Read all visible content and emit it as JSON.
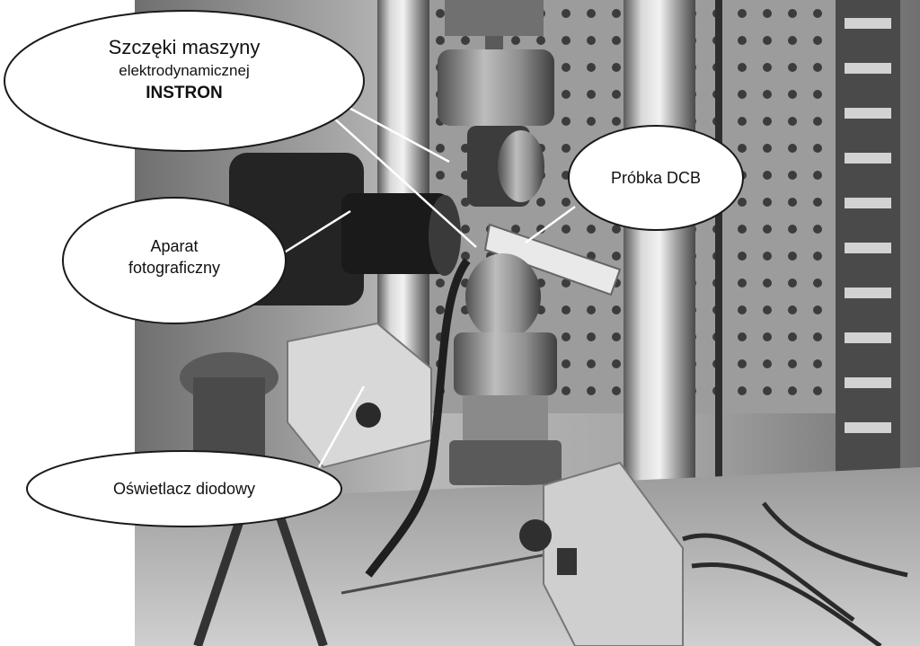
{
  "figure": {
    "description_free": true,
    "callouts": {
      "jaws": {
        "line1": "Szczęki maszyny",
        "line2": "elektrodynamicznej",
        "line3": "INSTRON"
      },
      "sample": {
        "text": "Próbka DCB"
      },
      "camera": {
        "line1": "Aparat",
        "line2": "fotograficzny"
      },
      "illuminator": {
        "text": "Oświetlacz diodowy"
      }
    },
    "colors": {
      "background": "#ffffff",
      "photo_mid": "#8a8a8a",
      "callout_fill": "#ffffff",
      "callout_stroke": "#1a1a1a"
    }
  }
}
